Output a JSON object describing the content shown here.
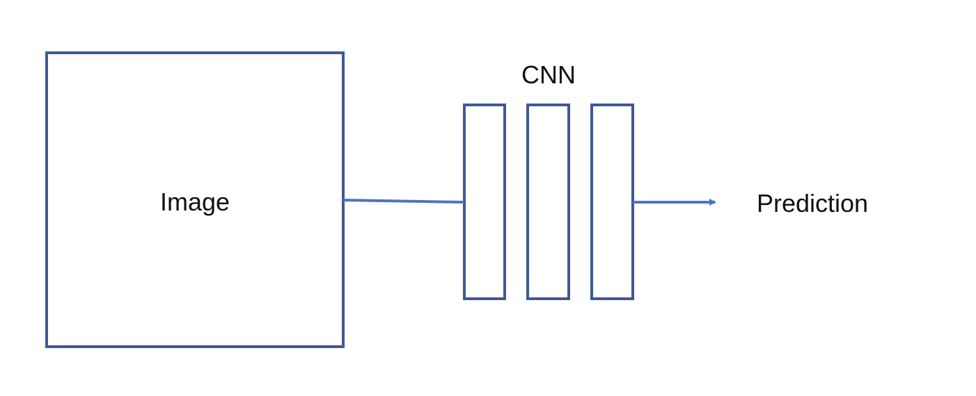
{
  "diagram": {
    "nodes": [
      {
        "id": "image",
        "label": "Image"
      },
      {
        "id": "cnn",
        "label": "CNN",
        "layers": 3
      },
      {
        "id": "prediction",
        "label": "Prediction"
      }
    ],
    "edges": [
      {
        "from": "image",
        "to": "cnn",
        "arrow": false
      },
      {
        "from": "cnn",
        "to": "prediction",
        "arrow": true
      }
    ]
  },
  "colors": {
    "box_stroke": "#3d5a94",
    "connector": "#4e74c4",
    "text": "#111111",
    "background": "#ffffff"
  }
}
